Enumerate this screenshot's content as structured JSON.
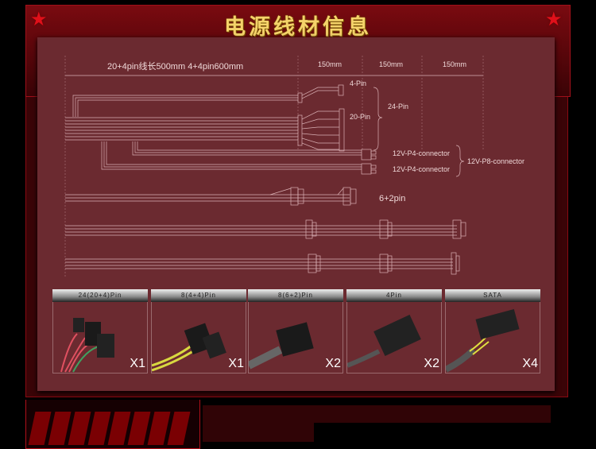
{
  "header": {
    "title": "电源线材信息"
  },
  "diagram": {
    "length_label": "20+4pin线长500mm  4+4pin600mm",
    "segments": [
      "150mm",
      "150mm",
      "150mm"
    ],
    "pin4": "4-Pin",
    "pin20": "20-Pin",
    "pin24": "24-Pin",
    "p4a": "12V-P4-connector",
    "p4b": "12V-P4-connector",
    "p8": "12V-P8-connector",
    "pcie": "6+2pin"
  },
  "cards": [
    {
      "label": "24(20+4)Pin",
      "count": "X1"
    },
    {
      "label": "8(4+4)Pin",
      "count": "X1"
    },
    {
      "label": "8(6+2)Pin",
      "count": "X2"
    },
    {
      "label": "4Pin",
      "count": "X2"
    },
    {
      "label": "SATA",
      "count": "X4"
    }
  ]
}
